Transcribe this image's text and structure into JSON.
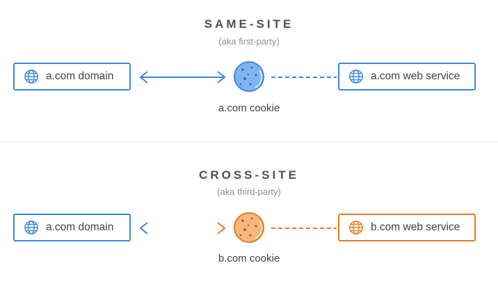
{
  "same_site": {
    "title": "SAME-SITE",
    "subtitle": "(aka first-party)",
    "left_box": "a.com domain",
    "right_box": "a.com web service",
    "cookie_label": "a.com cookie"
  },
  "cross_site": {
    "title": "CROSS-SITE",
    "subtitle": "(aka third-party)",
    "left_box": "a.com domain",
    "right_box": "b.com web service",
    "cookie_label": "b.com cookie"
  },
  "colors": {
    "blue": "#3b87dd",
    "orange": "#e07b22",
    "blue_cookie_fill": "#7eb4f2",
    "orange_cookie_fill": "#f7b67b"
  },
  "icons": [
    "globe-icon",
    "cookie-icon"
  ]
}
